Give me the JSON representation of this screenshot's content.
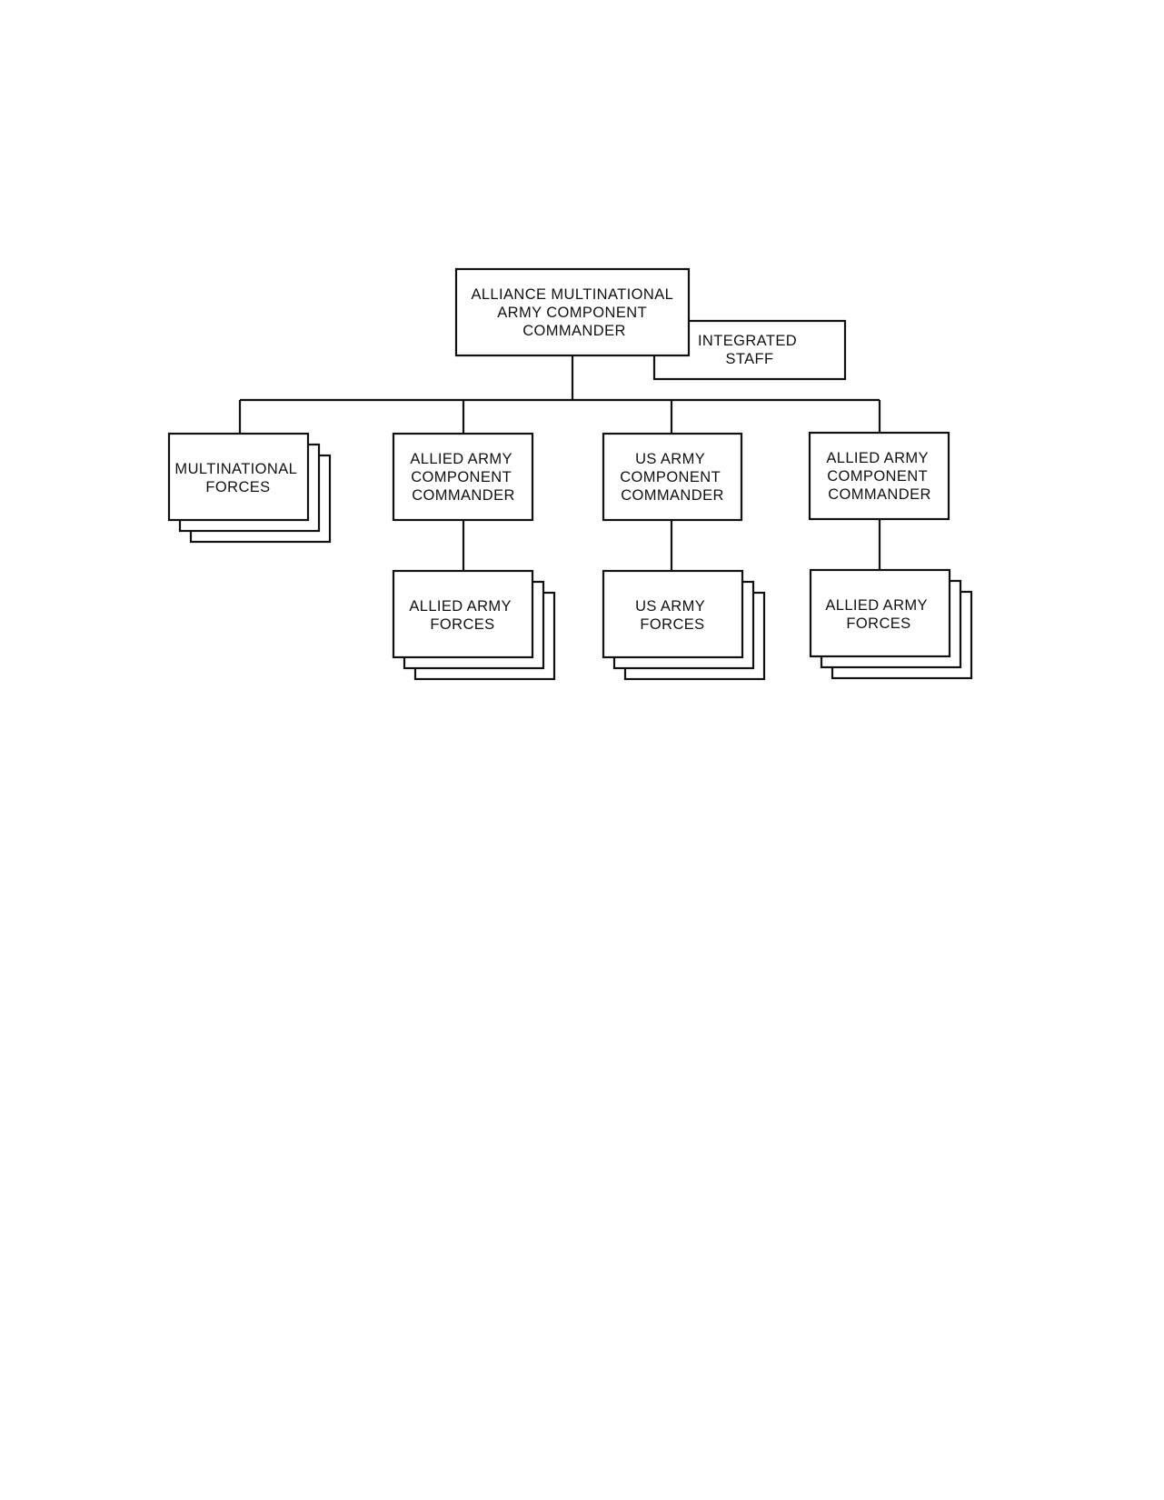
{
  "diagram": {
    "nodes": {
      "top": {
        "lines": [
          "ALLIANCE  MULTINATIONAL",
          "ARMY COMPONENT",
          "COMMANDER"
        ]
      },
      "staff": {
        "lines": [
          "INTEGRATED",
          "STAFF"
        ]
      },
      "multinational_forces": {
        "lines": [
          "MULTINATIONAL",
          "FORCES"
        ]
      },
      "allied_commander_1": {
        "lines": [
          "ALLIED ARMY",
          "COMPONENT",
          "COMMANDER"
        ]
      },
      "us_commander": {
        "lines": [
          "US ARMY",
          "COMPONENT",
          "COMMANDER"
        ]
      },
      "allied_commander_2": {
        "lines": [
          "ALLIED ARMY",
          "COMPONENT",
          "COMMANDER"
        ]
      },
      "allied_forces_1": {
        "lines": [
          "ALLIED ARMY",
          "FORCES"
        ]
      },
      "us_forces": {
        "lines": [
          "US ARMY",
          "FORCES"
        ]
      },
      "allied_forces_2": {
        "lines": [
          "ALLIED ARMY",
          "FORCES"
        ]
      }
    }
  }
}
